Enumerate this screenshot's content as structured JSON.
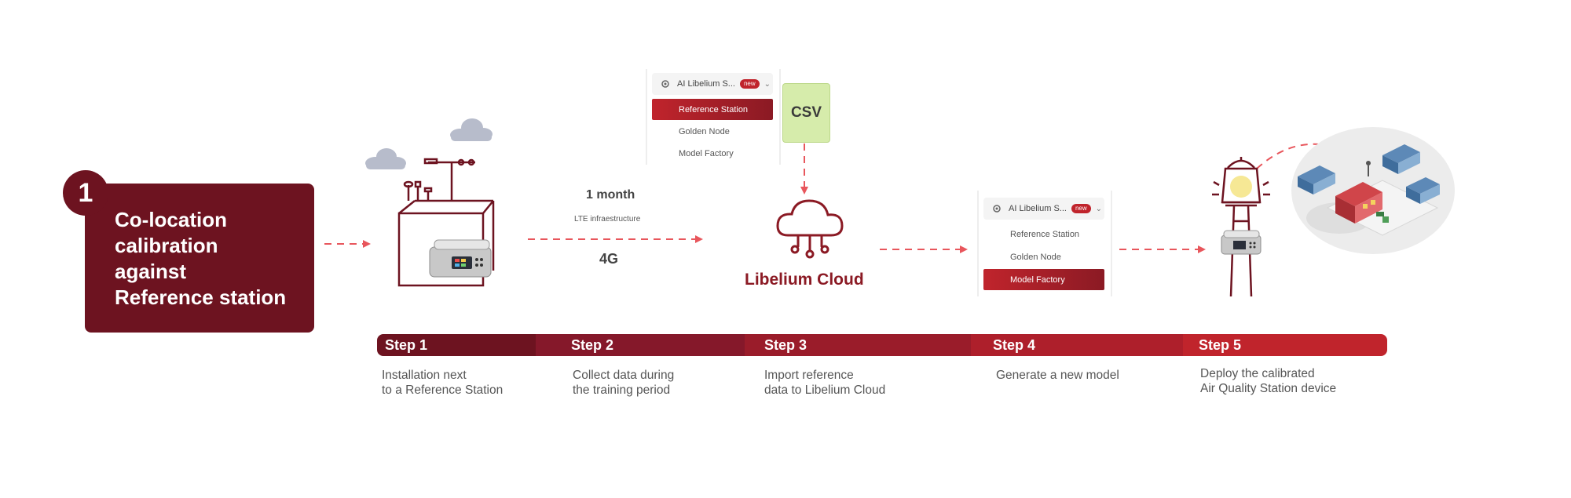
{
  "title": {
    "number": "1",
    "lines": [
      "Co-location",
      "calibration",
      "against",
      "Reference station"
    ]
  },
  "menu_top": {
    "header": "AI Libelium S...",
    "badge": "new",
    "items": [
      "Reference Station",
      "Golden Node",
      "Model Factory"
    ],
    "active_index": 0
  },
  "menu_bottom": {
    "header": "AI Libelium S...",
    "badge": "new",
    "items": [
      "Reference Station",
      "Golden Node",
      "Model Factory"
    ],
    "active_index": 2
  },
  "csv_label": "CSV",
  "transfer": {
    "duration": "1 month",
    "infrastructure": "LTE infraestructure",
    "network": "4G"
  },
  "cloud_label": "Libelium Cloud",
  "steps": [
    {
      "label": "Step 1",
      "desc": [
        "Installation next",
        "to a Reference Station"
      ]
    },
    {
      "label": "Step 2",
      "desc": [
        "Collect data during",
        "the training period"
      ]
    },
    {
      "label": "Step 3",
      "desc": [
        "Import reference",
        "data to Libelium Cloud"
      ]
    },
    {
      "label": "Step 4",
      "desc": [
        "Generate a new model"
      ]
    },
    {
      "label": "Step 5",
      "desc": [
        "Deploy the calibrated",
        "Air Quality Station device"
      ]
    }
  ],
  "colors": {
    "brand_dark": "#6d1320",
    "brand_red": "#c0242c",
    "arrow": "#e8565c",
    "csv_green": "#d6ecab"
  }
}
